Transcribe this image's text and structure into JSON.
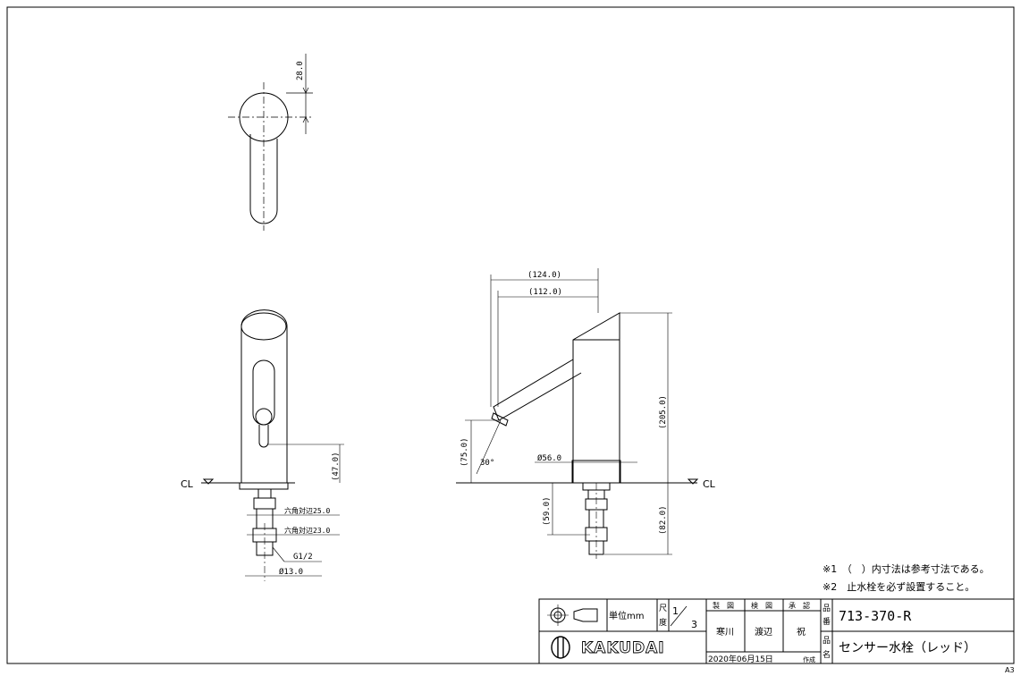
{
  "notes": {
    "note1": "※1　（　）内寸法は参考寸法である。",
    "note2": "※2　止水栓を必ず設置すること。"
  },
  "side_view": {
    "cl_label": "CL",
    "dim_47": "(47.0)",
    "hex25": "六角対辺25.0",
    "hex23": "六角対辺23.0",
    "thread": "G1/2",
    "dia13": "Ø13.0"
  },
  "top_view": {
    "dim_28": "28.0"
  },
  "front_view": {
    "cl_label": "CL",
    "dim_124": "(124.0)",
    "dim_112": "(112.0)",
    "dim_205": "(205.0)",
    "dim_75": "(75.0)",
    "angle": "30°",
    "dia56": "Ø56.0",
    "dim_59": "(59.0)",
    "dim_82": "(82.0)"
  },
  "title_block": {
    "unit_label": "単位mm",
    "scale_label_1": "尺",
    "scale_label_2": "度",
    "scale_num": "1",
    "scale_den": "3",
    "drawn_by_label": "製　図",
    "checked_by_label": "検　図",
    "approved_by_label": "承　認",
    "drawn_by": "寒川",
    "checked_by": "渡辺",
    "approved_by": "祝",
    "brand": "KAKUDAI",
    "date": "2020年06月15日",
    "date_suffix": "作成",
    "part_no_label_1": "品",
    "part_no_label_2": "番",
    "part_no": "713-370-R",
    "part_name_label_1": "品",
    "part_name_label_2": "名",
    "part_name": "センサー水栓（レッド）"
  },
  "sheet_size": "A3"
}
